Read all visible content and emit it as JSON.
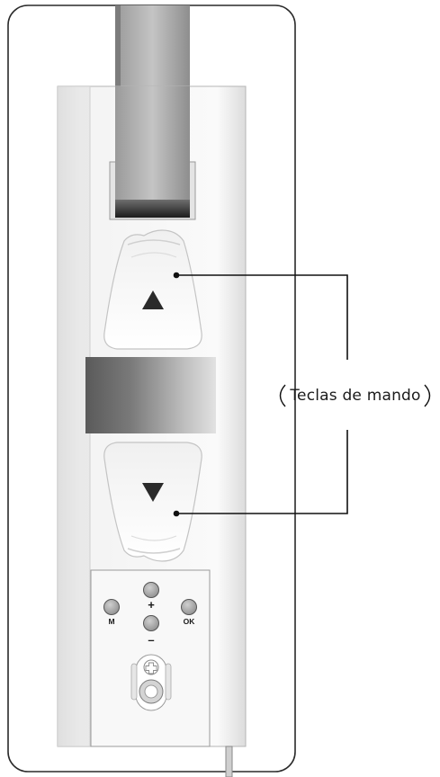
{
  "callout": {
    "label": "Teclas de mando"
  },
  "keys": {
    "up_icon": "triangle-up-icon",
    "down_icon": "triangle-down-icon"
  },
  "keypad": {
    "plus_label": "+",
    "minus_label": "–",
    "m_label": "M",
    "ok_label": "OK"
  },
  "colors": {
    "frame": "#2a2a2a",
    "housing": "#ececec",
    "display_dark": "#6a6a6a",
    "button_fill": "#a8a8a8",
    "leader_line": "#111111"
  }
}
